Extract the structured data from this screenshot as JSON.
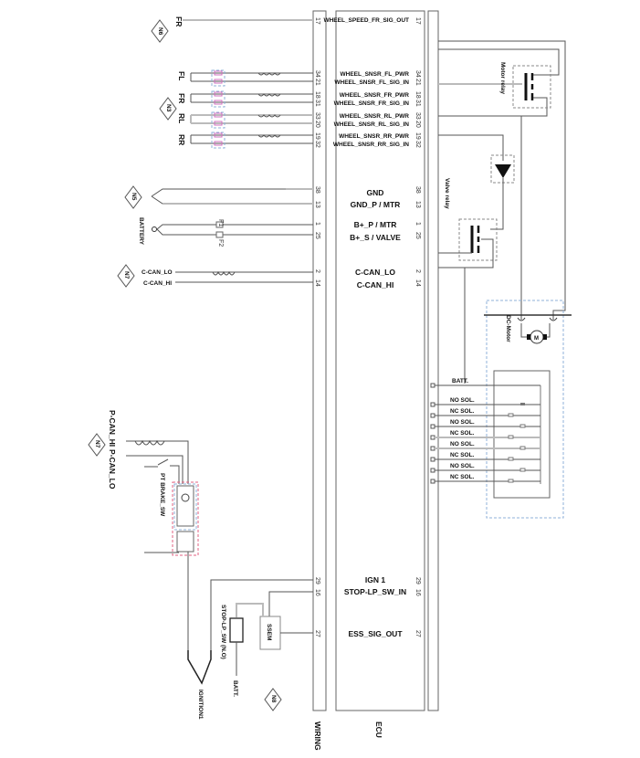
{
  "diagram": {
    "blocks": {
      "wiring": "WIRING",
      "ecu": "ECU"
    },
    "left_labels": {
      "fr_top": "FR",
      "fl": "FL",
      "fr": "FR",
      "rl": "RL",
      "rr": "RR",
      "battery": "BATTERY",
      "c_can_lo": "C-CAN_LO",
      "c_can_hi": "C-CAN_HI",
      "p_can_hi": "P-CAN_HI",
      "p_can_lo": "P-CAN_LO",
      "pt_brake_sw": "PT BRAKE_SW",
      "stop_lp_sw": "STOP-LP_SW (N.O)",
      "ssem": "SSEM",
      "batt": "BATT.",
      "ignition": "IGNITION1"
    },
    "ground_tags": {
      "n6": "N6",
      "n3": "N3",
      "n5": "N5",
      "n7a": "N7",
      "n7b": "N7",
      "n8": "N8"
    },
    "fuses": {
      "f1": "F1",
      "f2": "F2"
    },
    "wiring_pins": [
      "17",
      "34",
      "21",
      "18",
      "31",
      "33",
      "20",
      "19",
      "32",
      "38",
      "13",
      "1",
      "25",
      "2",
      "14",
      "29",
      "16",
      "27"
    ],
    "ecu_pins": [
      {
        "label": "WHEEL_SPEED_FR_SIG_OUT",
        "pin": "17"
      },
      {
        "label": "WHEEL_SNSR_FL_PWR",
        "pin": "34"
      },
      {
        "label": "WHEEL_SNSR_FL_SIG_IN",
        "pin": "21"
      },
      {
        "label": "WHEEL_SNSR_FR_PWR",
        "pin": "18"
      },
      {
        "label": "WHEEL_SNSR_FR_SIG_IN",
        "pin": "31"
      },
      {
        "label": "WHEEL_SNSR_RL_PWR",
        "pin": "33"
      },
      {
        "label": "WHEEL_SNSR_RL_SIG_IN",
        "pin": "20"
      },
      {
        "label": "WHEEL_SNSR_RR_PWR",
        "pin": "19"
      },
      {
        "label": "WHEEL_SNSR_RR_SIG_IN",
        "pin": "32"
      },
      {
        "label": "GND",
        "pin": "38"
      },
      {
        "label": "GND_P / MTR",
        "pin": "13"
      },
      {
        "label": "B+_P / MTR",
        "pin": "1"
      },
      {
        "label": "B+_S / VALVE",
        "pin": "25"
      },
      {
        "label": "C-CAN_LO",
        "pin": "2"
      },
      {
        "label": "C-CAN_HI",
        "pin": "14"
      },
      {
        "label": "IGN 1",
        "pin": "29"
      },
      {
        "label": "STOP-LP_SW_IN",
        "pin": "16"
      },
      {
        "label": "ESS_SIG_OUT",
        "pin": "27"
      }
    ],
    "right_side": {
      "motor_relay": "Motor  relay",
      "valve_relay": "Valve relay",
      "dc_motor": "DC-Motor",
      "motor_symbol": "M",
      "batt": "BATT.",
      "solenoids": [
        "NO SOL.",
        "NC SOL.",
        "NO SOL.",
        "NC SOL.",
        "NO SOL.",
        "NC SOL.",
        "NO SOL.",
        "NC SOL."
      ]
    }
  }
}
